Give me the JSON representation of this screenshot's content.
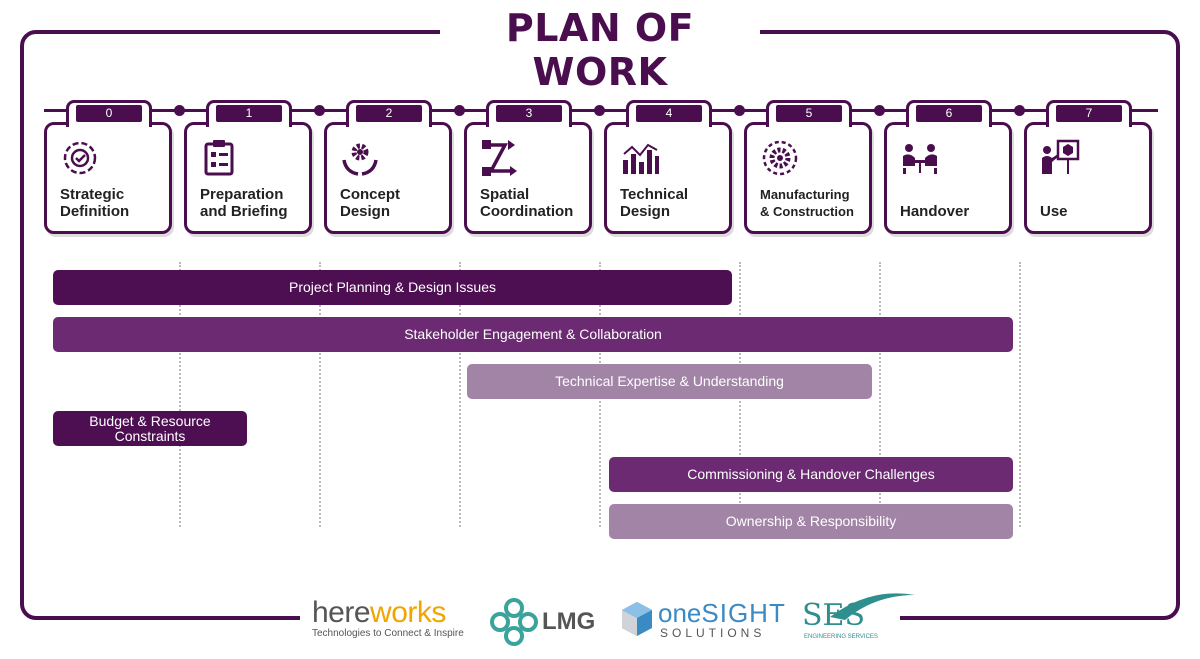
{
  "title": "PLAN OF WORK",
  "stages": [
    {
      "num": "0",
      "label1": "Strategic",
      "label2": "Definition",
      "icon": "target-gear-icon"
    },
    {
      "num": "1",
      "label1": "Preparation",
      "label2": "and Briefing",
      "icon": "checklist-icon"
    },
    {
      "num": "2",
      "label1": "Concept",
      "label2": "Design",
      "icon": "gear-in-hands-icon"
    },
    {
      "num": "3",
      "label1": "Spatial",
      "label2": "Coordination",
      "icon": "route-icon"
    },
    {
      "num": "4",
      "label1": "Technical",
      "label2": "Design",
      "icon": "bar-chart-icon"
    },
    {
      "num": "5",
      "label1": "Manufacturing",
      "label2": "& Construction",
      "icon": "gear-cycle-icon"
    },
    {
      "num": "6",
      "label1": "",
      "label2": "Handover",
      "icon": "meeting-icon"
    },
    {
      "num": "7",
      "label1": "",
      "label2": "Use",
      "icon": "presentation-icon"
    }
  ],
  "bars": [
    {
      "label": "Project Planning & Design Issues",
      "from_stage": 0,
      "to_stage": 4.9
    },
    {
      "label": "Stakeholder Engagement & Collaboration",
      "from_stage": 0,
      "to_stage": 6.9
    },
    {
      "label": "Technical Expertise & Understanding",
      "from_stage": 3,
      "to_stage": 5.9
    },
    {
      "label": "Budget & Resource Constraints",
      "from_stage": 0,
      "to_stage": 1.4
    },
    {
      "label": "Commissioning & Handover Challenges",
      "from_stage": 4,
      "to_stage": 6.9
    },
    {
      "label": "Ownership & Responsibility",
      "from_stage": 4,
      "to_stage": 6.9
    }
  ],
  "logos": {
    "hereworks_main": "here",
    "hereworks_accent": "works",
    "hereworks_tagline": "Technologies to Connect & Inspire",
    "lmg": "LMG",
    "onesight_one": "one",
    "onesight_sight": "SIGHT",
    "onesight_sub": "SOLUTIONS",
    "ses": "SES",
    "ses_sub": "ENGINEERING SERVICES"
  },
  "colors": {
    "primary": "#4a0e4e",
    "mid": "#6b2a72",
    "light": "#a184a6"
  }
}
